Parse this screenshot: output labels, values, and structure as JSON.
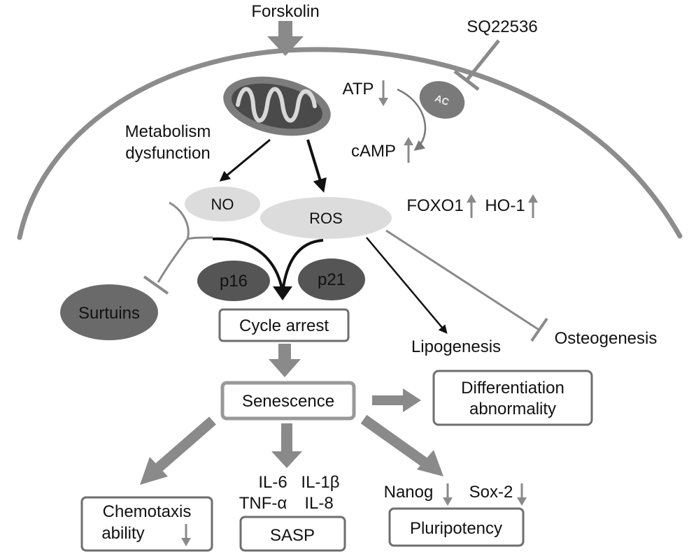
{
  "diagram": {
    "inputs": {
      "forskolin": "Forskolin",
      "inhibitor": "SQ22536"
    },
    "enzyme": "AC",
    "metabolism": {
      "line1": "Metabolism",
      "line2": "dysfunction"
    },
    "atp": "ATP",
    "camp": "cAMP",
    "no": "NO",
    "ros": "ROS",
    "foxo1": "FOXO1",
    "ho1": "HO-1",
    "p16": "p16",
    "p21": "p21",
    "sirtuins": "Surtuins",
    "cycle_arrest": "Cycle arrest",
    "lipogenesis": "Lipogenesis",
    "osteogenesis": "Osteogenesis",
    "senescence": "Senescence",
    "differentiation": {
      "line1": "Differentiation",
      "line2": "abnormality"
    },
    "chemotaxis": {
      "line1": "Chemotaxis",
      "line2": "ability"
    },
    "sasp": {
      "il6": "IL-6",
      "il1b": "IL-1β",
      "tnfa": "TNF-α",
      "il8": "IL-8",
      "label": "SASP"
    },
    "pluripotency": {
      "nanog": "Nanog",
      "sox2": "Sox-2",
      "label": "Pluripotency"
    },
    "colors": {
      "membrane": "#8c8c8c",
      "gray_arrow": "#8a8a8a",
      "light_oval": "#dcdcdc",
      "dark_oval": "#555555",
      "ac_oval": "#7a7a7a",
      "box_border": "#6e6e6e"
    }
  }
}
